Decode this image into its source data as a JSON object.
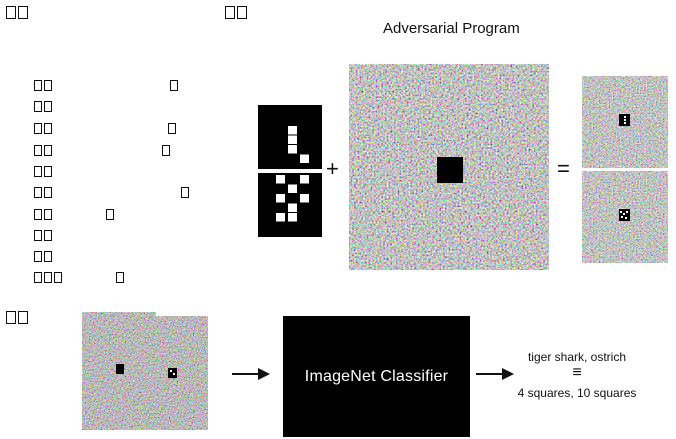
{
  "program_title": "Adversarial Program",
  "operators": {
    "plus": "+",
    "equals": "=",
    "equiv": "≡"
  },
  "classifier_label": "ImageNet Classifier",
  "output_top": "tiger shark, ostrich",
  "output_bottom": "4 squares, 10 squares",
  "counting_grid": {
    "rows": 10,
    "cols": 4,
    "top": [
      [
        0,
        0,
        0,
        0
      ],
      [
        0,
        0,
        0,
        0
      ],
      [
        0,
        0,
        1,
        0
      ],
      [
        0,
        0,
        1,
        0
      ],
      [
        0,
        0,
        1,
        0
      ],
      [
        0,
        0,
        0,
        1
      ]
    ],
    "bottom": [
      [
        0,
        1,
        0,
        1
      ],
      [
        0,
        0,
        1,
        0
      ],
      [
        0,
        1,
        0,
        1
      ],
      [
        0,
        0,
        1,
        0
      ],
      [
        0,
        1,
        1,
        0
      ],
      [
        0,
        0,
        0,
        0
      ]
    ]
  },
  "colors": {
    "ink": "#111111",
    "box": "#000000",
    "noise_a": "#b3336b",
    "noise_b": "#2c7fb8",
    "noise_c": "#e6c229"
  }
}
